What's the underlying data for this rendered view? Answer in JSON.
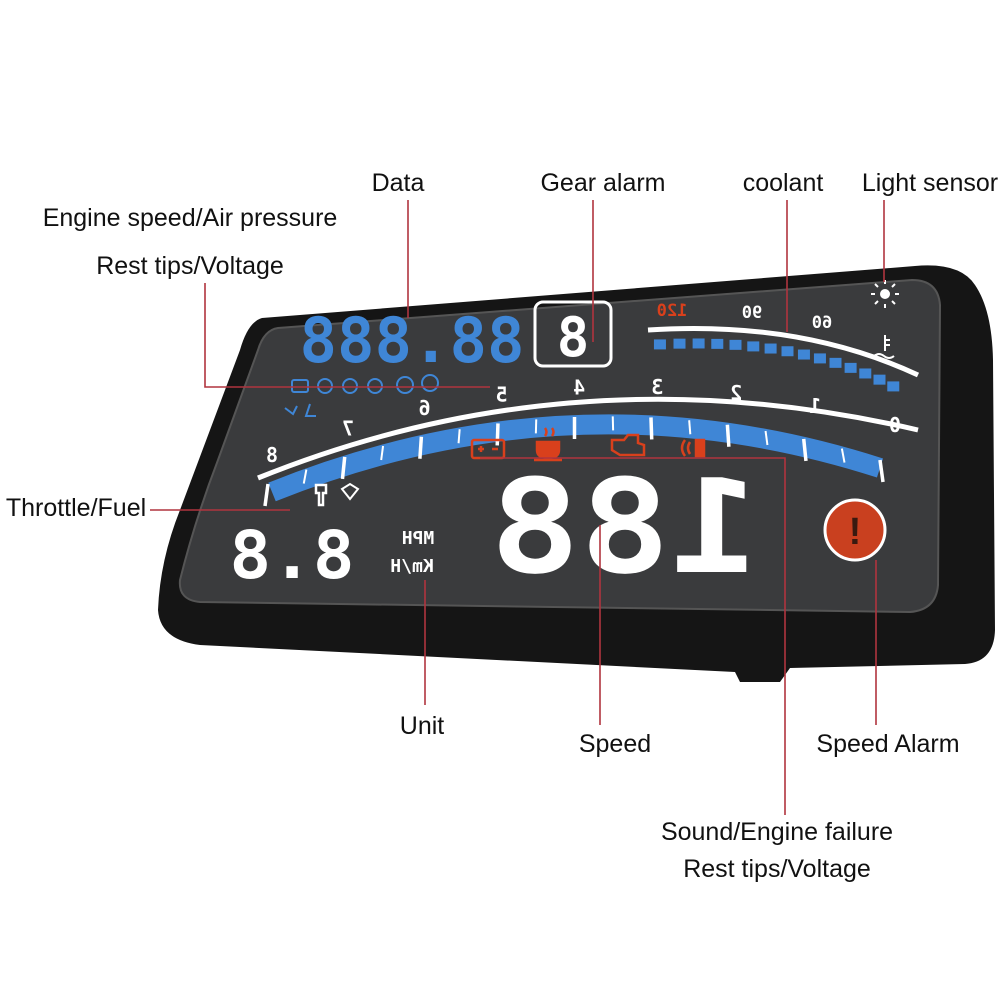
{
  "labels": {
    "data": "Data",
    "gear_alarm": "Gear alarm",
    "coolant": "coolant",
    "light_sensor": "Light sensor",
    "engine_speed": "Engine speed/Air pressure",
    "rest_tips_top": "Rest tips/Voltage",
    "throttle_fuel": "Throttle/Fuel",
    "unit": "Unit",
    "speed": "Speed",
    "speed_alarm": "Speed Alarm",
    "sound_engine": "Sound/Engine failure",
    "rest_tips_bottom": "Rest tips/Voltage"
  },
  "display": {
    "data_value": "88.888",
    "gear_value": "8",
    "speed_value": "188",
    "fuel_value": "8.8",
    "unit_mph": "MPH",
    "unit_kmh": "Km/H",
    "alarm_symbol": "!",
    "rpm_scale": [
      "8",
      "7",
      "6",
      "5",
      "4",
      "3",
      "2",
      "1",
      "0"
    ],
    "coolant_scale": [
      "120",
      "90",
      "60"
    ]
  },
  "colors": {
    "blue": "#3f86d6",
    "orange": "#d9401c",
    "leader": "#b0343e"
  }
}
